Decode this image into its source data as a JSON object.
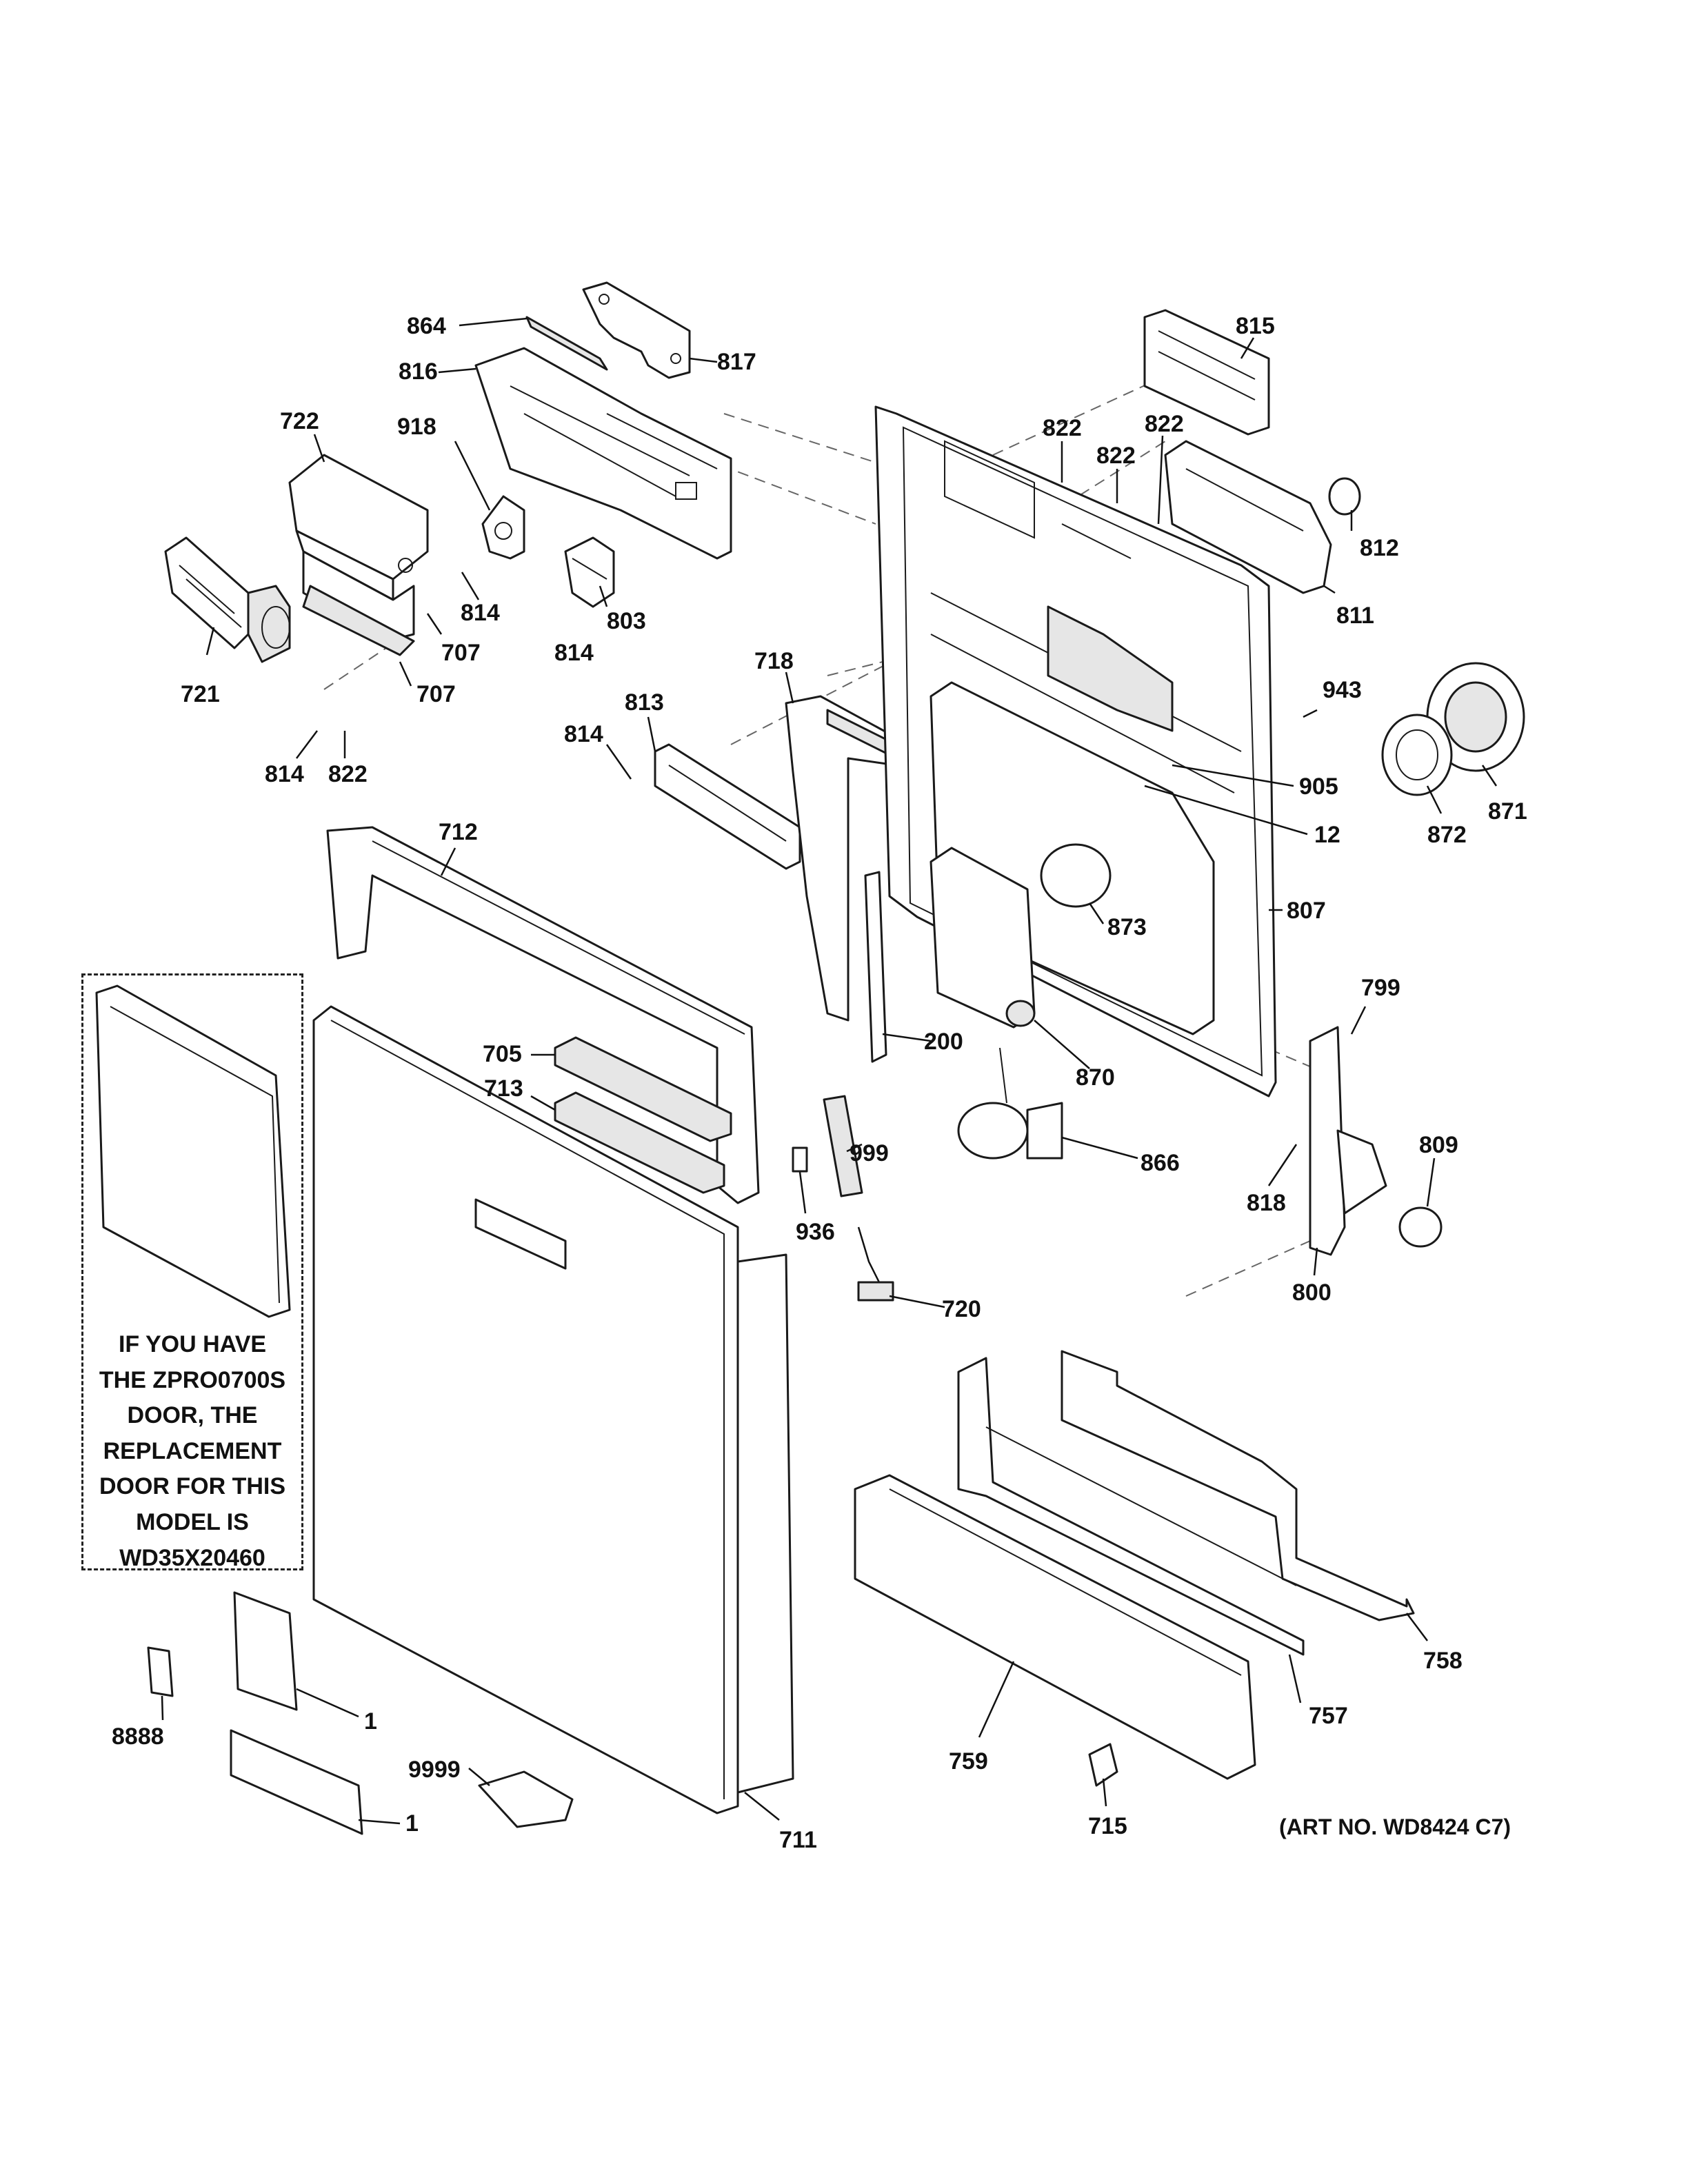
{
  "callouts": [
    "864",
    "817",
    "816",
    "722",
    "918",
    "815",
    "822",
    "822",
    "822",
    "812",
    "814",
    "707",
    "803",
    "811",
    "721",
    "707",
    "814",
    "718",
    "943",
    "813",
    "814",
    "814",
    "822",
    "905",
    "12",
    "871",
    "872",
    "712",
    "807",
    "873",
    "705",
    "200",
    "799",
    "713",
    "870",
    "999",
    "809",
    "866",
    "936",
    "818",
    "800",
    "720",
    "758",
    "757",
    "1",
    "8888",
    "9999",
    "759",
    "1",
    "711",
    "715"
  ],
  "note": {
    "lines": [
      "IF YOU HAVE",
      "THE ZPRO0700S",
      "DOOR, THE",
      "REPLACEMENT",
      "DOOR FOR THIS",
      "MODEL IS",
      "WD35X20460"
    ]
  },
  "art_number": "(ART NO. WD8424 C7)"
}
